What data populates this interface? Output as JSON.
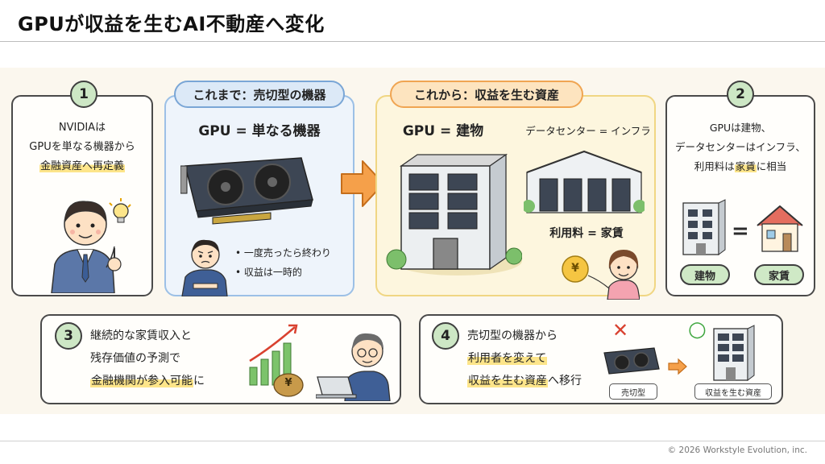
{
  "title": "GPUが収益を生むAI不動産へ変化",
  "card1": {
    "num": "1",
    "line1": "NVIDIAは",
    "line2": "GPUを単なる機器から",
    "line3": "金融資産へ再定義"
  },
  "before": {
    "tag": "これまで：売切型の機器",
    "heading": "GPU = 単なる機器",
    "bullet1": "• 一度売ったら終わり",
    "bullet2": "• 収益は一時的"
  },
  "after": {
    "tag": "これから：収益を生む資産",
    "heading_left": "GPU = 建物",
    "heading_right": "データセンター = インフラ",
    "fee_label": "利用料 = 家賃",
    "yen": "¥"
  },
  "card2": {
    "num": "2",
    "line1": "GPUは建物、",
    "line2": "データセンターはインフラ、",
    "line3a": "利用料は",
    "line3b": "家賃",
    "line3c": "に相当",
    "eq": "=",
    "pill_left": "建物",
    "pill_right": "家賃"
  },
  "card3": {
    "num": "3",
    "line1": "継続的な家賃収入と",
    "line2": "残存価値の予測で",
    "line3a": "金融機関が参入可能",
    "line3b": "に",
    "yen": "¥"
  },
  "card4": {
    "num": "4",
    "line1": "売切型の機器から",
    "line2a": "利用者を変えて",
    "line3a": "収益を生む資産",
    "line3b": "へ移行",
    "cross": "✕",
    "circle": "○",
    "box_left": "売切型",
    "box_right": "収益を生む資産"
  },
  "footer": "© 2026 Workstyle Evolution, inc.",
  "colors": {
    "accent_green": "#cde7c5",
    "highlight_yellow": "#fde58a",
    "panel_blue": "#eef4fb",
    "panel_orange": "#fdf6de",
    "arrow_orange": "#f5a04a"
  }
}
